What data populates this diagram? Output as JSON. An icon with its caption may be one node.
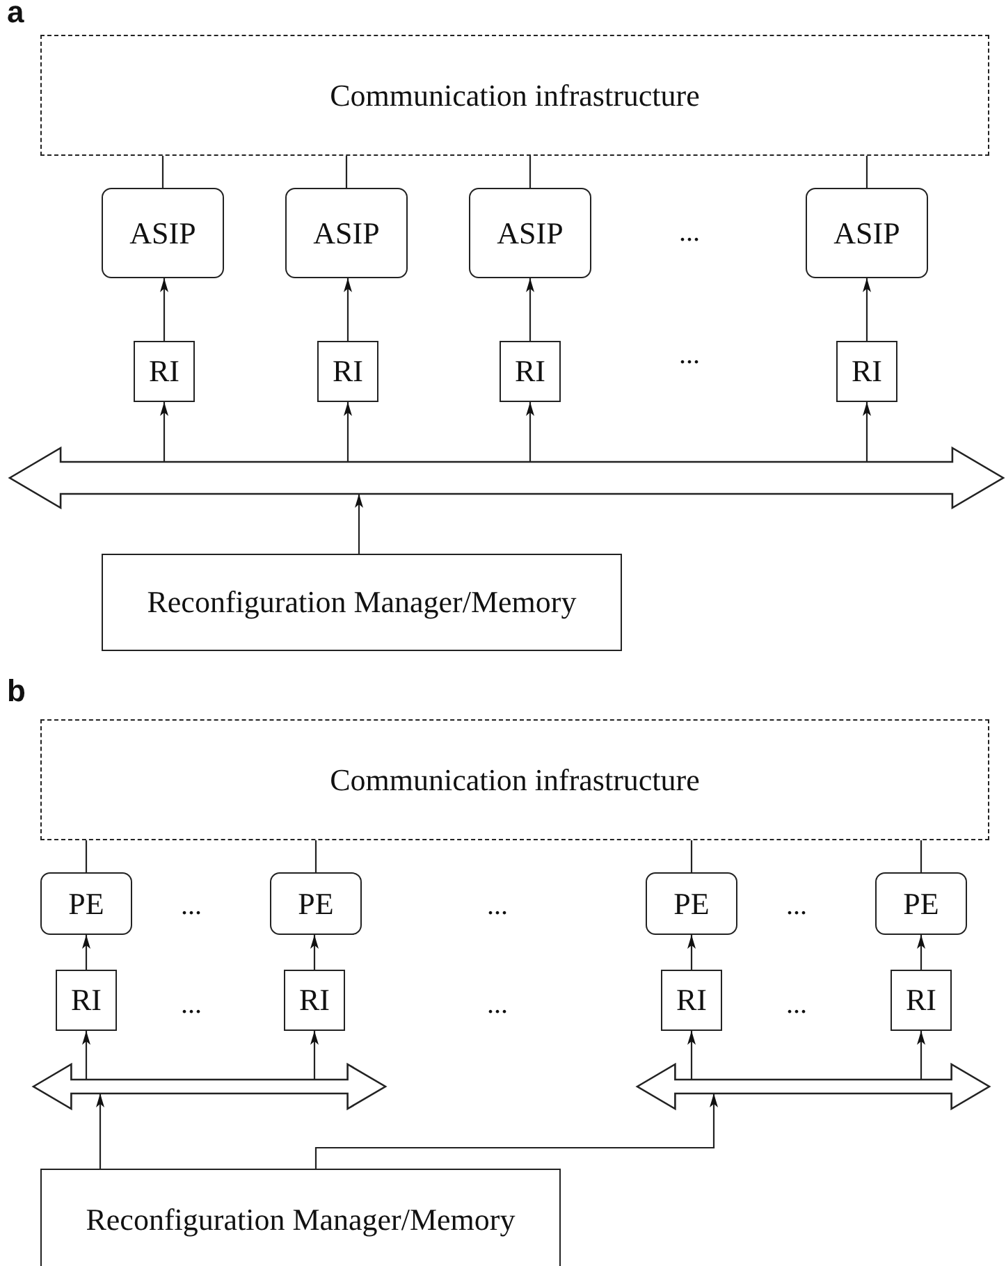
{
  "diagram": {
    "nodes": [
      {
        "text": [
          "Communication infrastructure"
        ]
      },
      {
        "text": [
          "ASIP"
        ]
      },
      {
        "text": [
          "ASIP"
        ]
      },
      {
        "text": [
          "ASIP"
        ]
      },
      {
        "text": [
          "ASIP"
        ]
      },
      {
        "text": [
          "RI"
        ]
      },
      {
        "text": [
          "RI"
        ]
      },
      {
        "text": [
          "RI"
        ]
      },
      {
        "text": [
          "RI"
        ]
      },
      {
        "text": [],
        "shape": "bar"
      },
      {
        "text": [
          "Reconfiguration Manager/Memory"
        ]
      },
      {
        "text": [
          "Communication infrastructure"
        ]
      },
      {
        "text": [
          "PE"
        ]
      },
      {
        "text": [
          "PE"
        ]
      },
      {
        "text": [
          "PE"
        ]
      },
      {
        "text": [
          "PE"
        ]
      },
      {
        "text": [
          "RI"
        ]
      },
      {
        "text": [
          "RI"
        ]
      },
      {
        "text": [
          "RI"
        ]
      },
      {
        "text": [
          "RI"
        ]
      },
      {
        "text": [],
        "shape": "bar"
      },
      {
        "text": [],
        "shape": "bar"
      },
      {
        "text": [
          "Reconfiguration Manager/Memory"
        ]
      }
    ],
    "edges": [
      {
        "from": 0,
        "to": 1,
        "arrow": "none"
      },
      {
        "from": 0,
        "to": 2,
        "arrow": "none"
      },
      {
        "from": 0,
        "to": 3,
        "arrow": "none"
      },
      {
        "from": 0,
        "to": 4,
        "arrow": "none"
      },
      {
        "from": 5,
        "to": 1,
        "arrow": "to"
      },
      {
        "from": 6,
        "to": 2,
        "arrow": "to"
      },
      {
        "from": 7,
        "to": 3,
        "arrow": "to"
      },
      {
        "from": 8,
        "to": 4,
        "arrow": "to"
      },
      {
        "from": 9,
        "to": 5,
        "arrow": "to"
      },
      {
        "from": 9,
        "to": 6,
        "arrow": "to"
      },
      {
        "from": 9,
        "to": 7,
        "arrow": "to"
      },
      {
        "from": 9,
        "to": 8,
        "arrow": "to"
      },
      {
        "from": 10,
        "to": 9,
        "arrow": "to"
      },
      {
        "from": 11,
        "to": 12,
        "arrow": "none"
      },
      {
        "from": 11,
        "to": 13,
        "arrow": "none"
      },
      {
        "from": 11,
        "to": 14,
        "arrow": "none"
      },
      {
        "from": 11,
        "to": 15,
        "arrow": "none"
      },
      {
        "from": 16,
        "to": 12,
        "arrow": "to"
      },
      {
        "from": 17,
        "to": 13,
        "arrow": "to"
      },
      {
        "from": 18,
        "to": 14,
        "arrow": "to"
      },
      {
        "from": 19,
        "to": 15,
        "arrow": "to"
      },
      {
        "from": 20,
        "to": 16,
        "arrow": "to"
      },
      {
        "from": 20,
        "to": 17,
        "arrow": "to"
      },
      {
        "from": 21,
        "to": 18,
        "arrow": "to"
      },
      {
        "from": 21,
        "to": 19,
        "arrow": "to"
      },
      {
        "from": 22,
        "to": 20,
        "arrow": "to"
      },
      {
        "from": 22,
        "to": 21,
        "arrow": "to"
      }
    ],
    "labels": [
      "a",
      "...",
      "...",
      "b",
      "...",
      "...",
      "...",
      "...",
      "...",
      "..."
    ]
  }
}
